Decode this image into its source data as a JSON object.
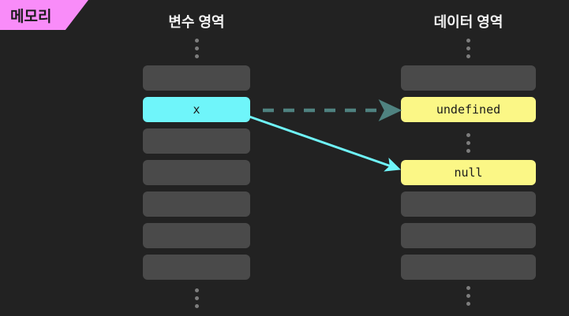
{
  "tab": {
    "label": "메모리"
  },
  "columns": {
    "variable": {
      "title": "변수 영역",
      "top_ellipsis": "⋮",
      "bottom_ellipsis": "⋮",
      "slots": [
        {
          "label": "",
          "state": "empty"
        },
        {
          "label": "x",
          "state": "highlighted"
        },
        {
          "label": "",
          "state": "empty"
        },
        {
          "label": "",
          "state": "empty"
        },
        {
          "label": "",
          "state": "empty"
        },
        {
          "label": "",
          "state": "empty"
        },
        {
          "label": "",
          "state": "empty"
        }
      ]
    },
    "data": {
      "title": "데이터 영역",
      "top_ellipsis": "⋮",
      "middle_ellipsis": "⋮",
      "bottom_ellipsis": "⋮",
      "slots": [
        {
          "label": "",
          "state": "empty"
        },
        {
          "label": "undefined",
          "state": "highlighted"
        },
        {
          "label": "null",
          "state": "highlighted"
        },
        {
          "label": "",
          "state": "empty"
        },
        {
          "label": "",
          "state": "empty"
        },
        {
          "label": "",
          "state": "empty"
        }
      ]
    }
  },
  "arrows": [
    {
      "name": "old-reference",
      "style": "dashed",
      "from": "x",
      "to": "undefined"
    },
    {
      "name": "new-reference",
      "style": "solid",
      "from": "x",
      "to": "null"
    }
  ],
  "colors": {
    "background": "#222222",
    "empty_slot": "#4a4a4a",
    "variable_highlight": "#6ff5fa",
    "data_highlight": "#fbf786",
    "tab": "#f98cf9",
    "dashed_arrow": "#4f8280",
    "solid_arrow": "#6ff5fa",
    "title_text": "#f2f2f2",
    "dot": "#7d7d7d"
  }
}
